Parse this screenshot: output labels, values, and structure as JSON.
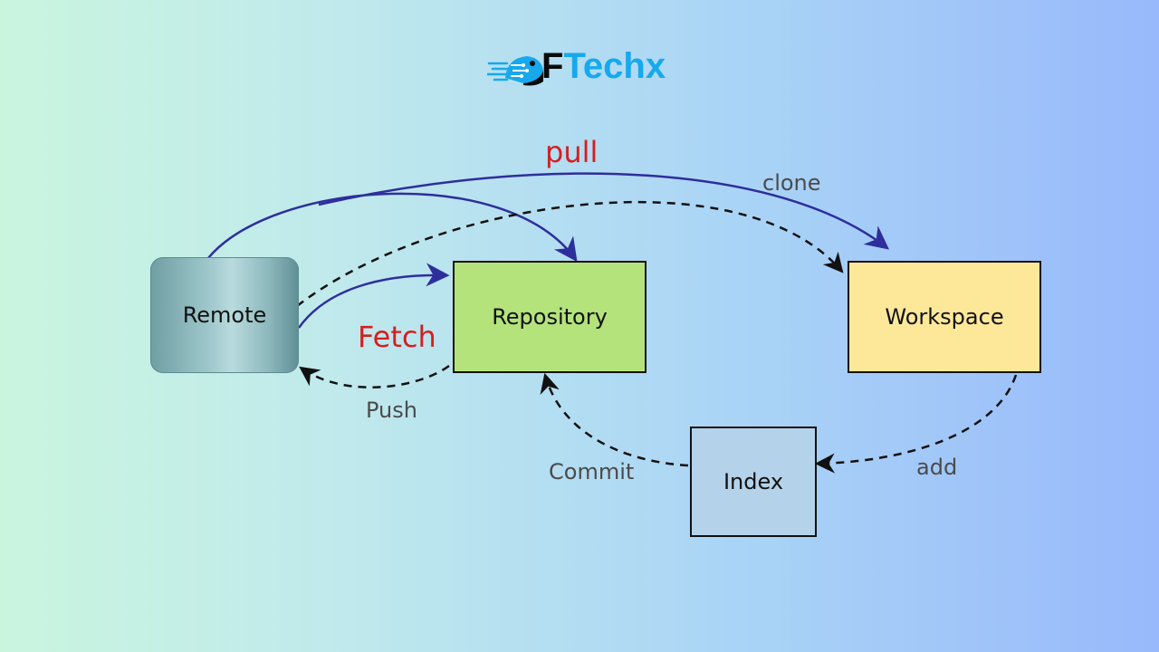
{
  "logo": {
    "letter": "F",
    "rest": "Techx"
  },
  "colors": {
    "solid_arrow": "#2e2e9c",
    "dashed_arrow": "#111111",
    "red_label": "#d41f1f",
    "remote": "#9fc8cc",
    "repository": "#b4e37c",
    "workspace": "#fde89a",
    "index": "#b4d3ea"
  },
  "nodes": {
    "remote": "Remote",
    "repository": "Repository",
    "workspace": "Workspace",
    "index": "Index"
  },
  "edges": {
    "pull": "pull",
    "clone": "clone",
    "fetch": "Fetch",
    "push": "Push",
    "commit": "Commit",
    "add": "add"
  }
}
